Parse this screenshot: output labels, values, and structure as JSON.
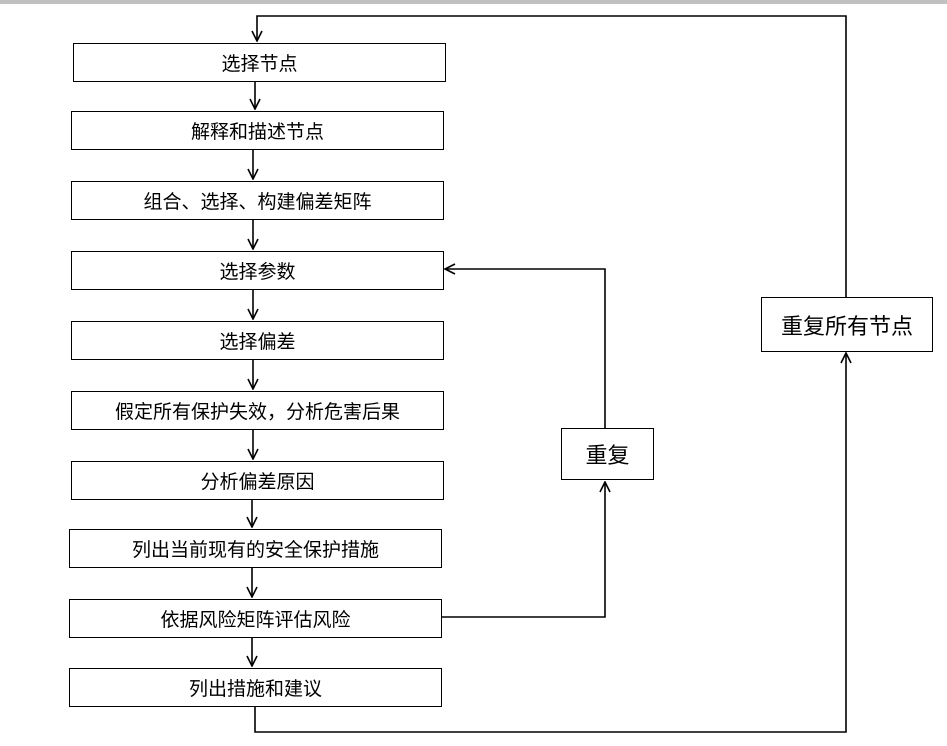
{
  "flowchart": {
    "steps": [
      "选择节点",
      "解释和描述节点",
      "组合、选择、构建偏差矩阵",
      "选择参数",
      "选择偏差",
      "假定所有保护失效，分析危害后果",
      "分析偏差原因",
      "列出当前现有的安全保护措施",
      "依据风险矩阵评估风险",
      "列出措施和建议"
    ],
    "repeat_label": "重复",
    "repeat_all_label": "重复所有节点"
  },
  "colors": {
    "line": "#000000",
    "box_border": "#000000",
    "background": "#ffffff"
  }
}
